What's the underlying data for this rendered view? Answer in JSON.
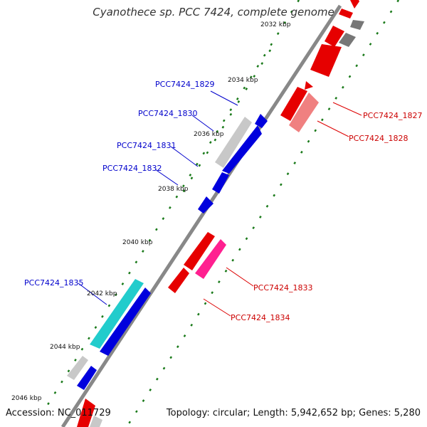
{
  "title": "Cyanothece sp. PCC 7424, complete genome",
  "footer": {
    "accession": "Accession: NC_011729",
    "summary": "Topology: circular; Length: 5,942,652 bp; Genes: 5,280"
  },
  "colors": {
    "backbone": "#888888",
    "tick": "#1a7a1a",
    "forward_label": "#cc0000",
    "reverse_label": "#0000cc",
    "pointer": "#0000cc",
    "pointer_forward": "#dd0000"
  },
  "scale_labels": [
    "2032 kbp",
    "2034 kbp",
    "2036 kbp",
    "2038 kbp",
    "2040 kbp",
    "2042 kbp",
    "2044 kbp",
    "2046 kbp"
  ],
  "gene_labels": [
    {
      "text": "PCC7424_1827",
      "strand": "forward"
    },
    {
      "text": "PCC7424_1828",
      "strand": "forward"
    },
    {
      "text": "PCC7424_1829",
      "strand": "reverse"
    },
    {
      "text": "PCC7424_1830",
      "strand": "reverse"
    },
    {
      "text": "PCC7424_1831",
      "strand": "reverse"
    },
    {
      "text": "PCC7424_1832",
      "strand": "reverse"
    },
    {
      "text": "PCC7424_1833",
      "strand": "forward"
    },
    {
      "text": "PCC7424_1834",
      "strand": "forward"
    },
    {
      "text": "PCC7424_1835",
      "strand": "reverse"
    }
  ]
}
